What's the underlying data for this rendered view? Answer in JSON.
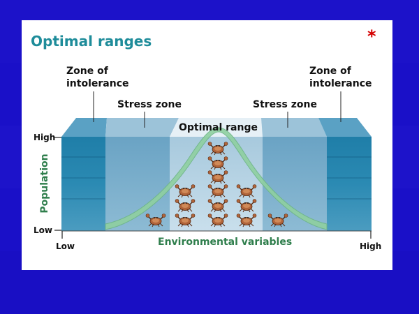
{
  "slide": {
    "title": "Optimal ranges",
    "asterisk": "*"
  },
  "diagram": {
    "zone_intolerance_left": [
      "Zone of",
      "intolerance"
    ],
    "zone_intolerance_right": [
      "Zone of",
      "intolerance"
    ],
    "stress_zone_left": "Stress zone",
    "stress_zone_right": "Stress zone",
    "optimal_range": "Optimal range",
    "y_axis_label": "Population",
    "y_high": "High",
    "y_low": "Low",
    "x_axis_label": "Environmental variables",
    "x_low": "Low",
    "x_high": "High"
  },
  "colors": {
    "background": "#1a10c8",
    "title": "#1e8c9a",
    "asterisk": "#d40000",
    "axis_label": "#2f7e4c",
    "intolerance_zone": "#2f86ad",
    "stress_zone": "#7fb0cc",
    "optimal_zone": "#b8d4e4",
    "curve": "#8fd0a0"
  },
  "icons": [
    "crab-icon"
  ]
}
